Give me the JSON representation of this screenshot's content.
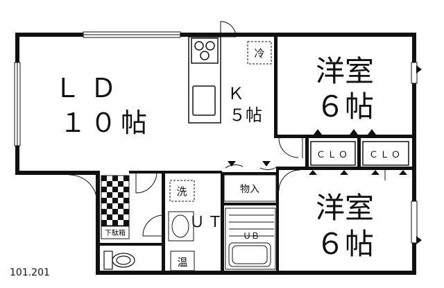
{
  "rooms": {
    "ld": {
      "label": "ＬＤ",
      "size": "１０帖"
    },
    "kitchen": {
      "label": "Ｋ",
      "size": "５帖"
    },
    "western_upper": {
      "label": "洋室",
      "size": "６帖"
    },
    "western_lower": {
      "label": "洋室",
      "size": "６帖"
    },
    "ut": {
      "label": "ＵＴ"
    },
    "storage": {
      "label": "物入"
    },
    "clo_left": {
      "label": "ＣＬＯ"
    },
    "clo_right": {
      "label": "ＣＬＯ"
    }
  },
  "fixtures": {
    "fridge": "冷",
    "washer": "洗",
    "water_heater": "温",
    "unit_bath": "ＵＢ",
    "shoe_box": "下駄箱"
  },
  "plan_code": "101.201"
}
